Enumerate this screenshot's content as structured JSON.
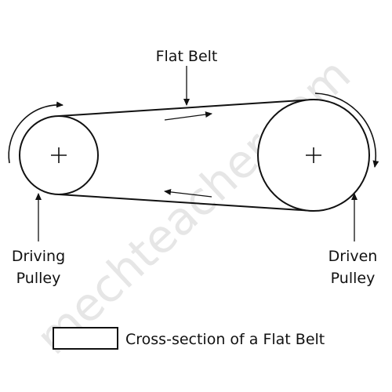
{
  "labels": {
    "belt": "Flat Belt",
    "driving_line1": "Driving",
    "driving_line2": "Pulley",
    "driven_line1": "Driven",
    "driven_line2": "Pulley",
    "cross_section": "Cross-section of a Flat Belt"
  },
  "watermark": "mechteacher.com",
  "colors": {
    "stroke": "#111111",
    "watermark": "#e6e6e6",
    "background": "#ffffff"
  }
}
